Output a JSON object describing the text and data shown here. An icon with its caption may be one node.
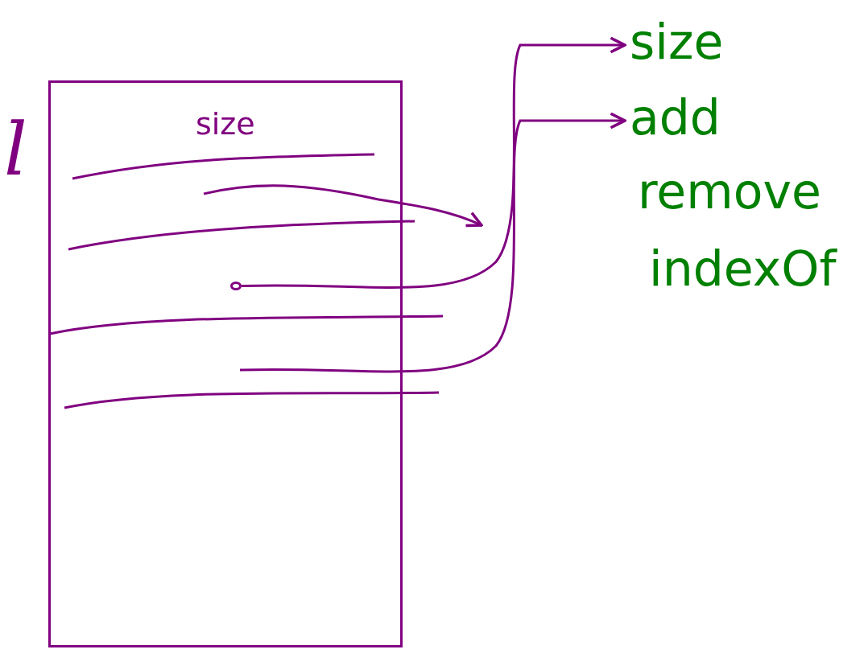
{
  "diagram": {
    "nodes": [
      {
        "text": [
          "l",
          "size"
        ]
      },
      {
        "text": [],
        "shape": "circle",
        "in": 0
      },
      {
        "text": [
          "size"
        ]
      },
      {
        "text": [
          "add"
        ]
      },
      {
        "text": [
          "remove"
        ]
      },
      {
        "text": [
          "indexOf"
        ]
      }
    ],
    "edges": [
      {
        "from": 1,
        "to": 2,
        "arrow": "to"
      },
      {
        "from": null,
        "to": 3,
        "arrow": "to"
      }
    ]
  }
}
